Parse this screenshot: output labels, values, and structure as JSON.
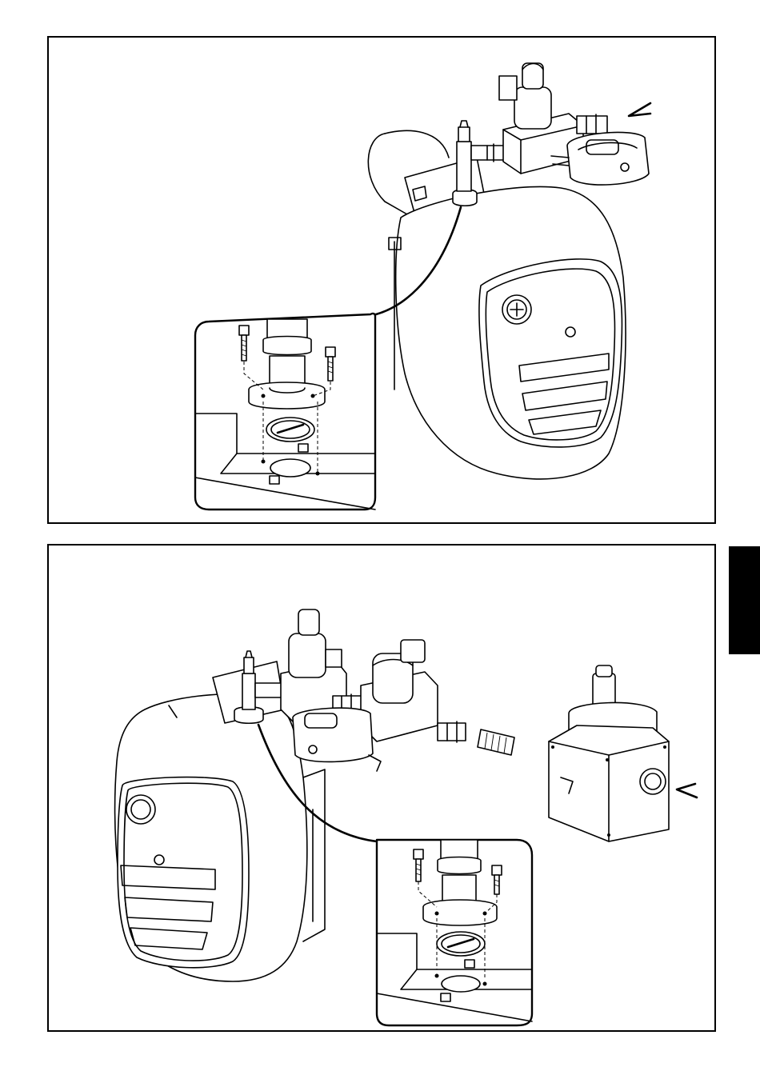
{
  "page": {
    "background": "#ffffff",
    "ink": "#000000",
    "tab_color": "#000000"
  },
  "figures": [
    {
      "id": "top",
      "subject": "burner-with-gas-train",
      "flow_arrow": "right-side",
      "detail_inset": "flange-and-gasket-mounting"
    },
    {
      "id": "bottom",
      "subject": "burner-with-gas-train-and-regulator",
      "flow_arrow": "right-side",
      "detail_inset": "flange-and-gasket-mounting"
    }
  ],
  "icons": [
    "flow-arrow-icon",
    "screw-icon",
    "gasket-icon",
    "solenoid-valve-icon",
    "pressure-regulator-icon"
  ]
}
